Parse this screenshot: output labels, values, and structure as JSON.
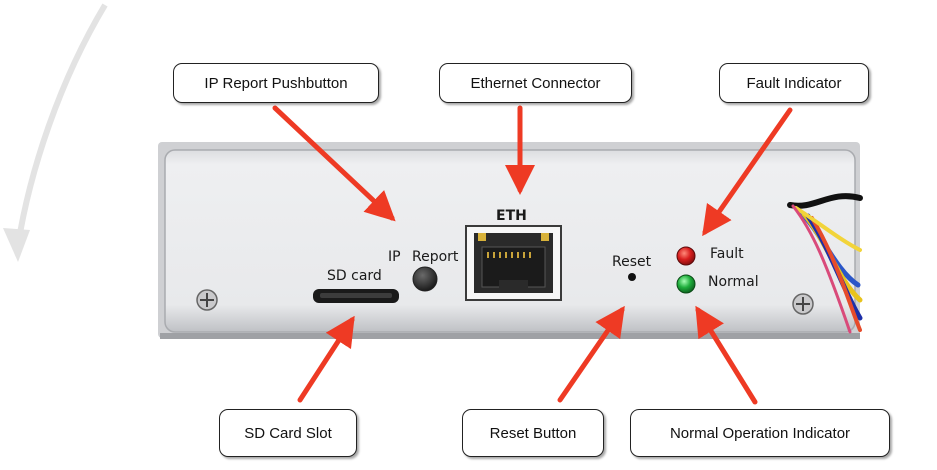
{
  "callouts": {
    "ip_report_pushbutton": "IP Report Pushbutton",
    "ethernet_connector": "Ethernet Connector",
    "fault_indicator": "Fault Indicator",
    "sd_card_slot": "SD Card Slot",
    "reset_button": "Reset Button",
    "normal_operation_indicator": "Normal Operation Indicator"
  },
  "device_labels": {
    "eth": "ETH",
    "ip": "IP",
    "report": "Report",
    "sd_card": "SD card",
    "reset": "Reset",
    "fault": "Fault",
    "normal": "Normal"
  },
  "colors": {
    "arrow": "#ee3a24",
    "fault_led": "#d81e1e",
    "normal_led": "#1fae3c",
    "panel": "#e9eaec"
  }
}
